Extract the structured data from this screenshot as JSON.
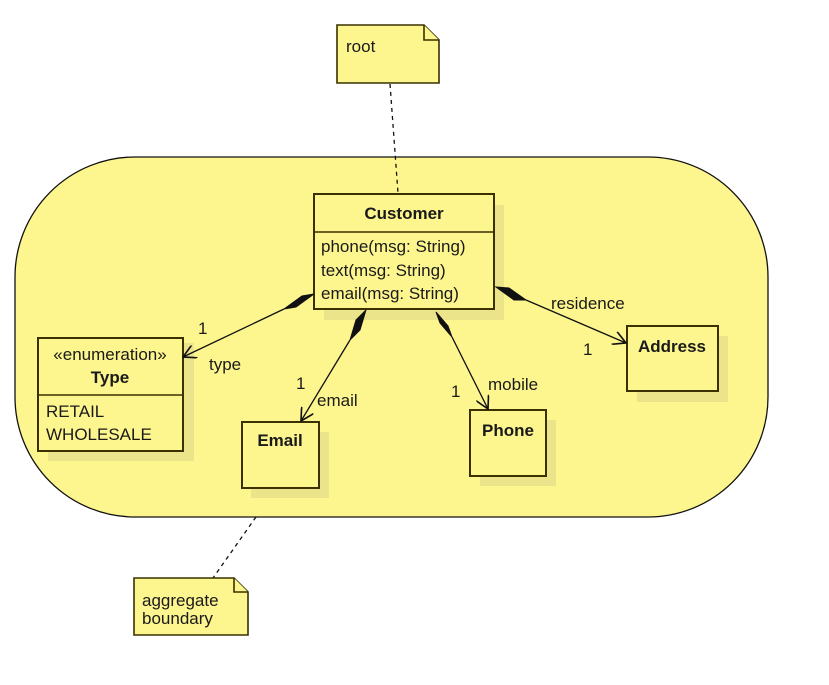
{
  "diagram": {
    "type": "UML class diagram",
    "boundary_note": "aggregate boundary",
    "notes": [
      {
        "id": "root",
        "text": "root"
      },
      {
        "id": "aggregate",
        "lines": [
          "aggregate",
          "boundary"
        ]
      }
    ],
    "classes": {
      "customer": {
        "name": "Customer",
        "operations": [
          "phone(msg: String)",
          "text(msg: String)",
          "email(msg: String)"
        ]
      },
      "type": {
        "stereotype": "«enumeration»",
        "name": "Type",
        "literals": [
          "RETAIL",
          "WHOLESALE"
        ]
      },
      "email": {
        "name": "Email"
      },
      "phone": {
        "name": "Phone"
      },
      "address": {
        "name": "Address"
      }
    },
    "associations": [
      {
        "from": "Customer",
        "to": "Type",
        "kind": "composition",
        "role": "type",
        "multiplicity": "1"
      },
      {
        "from": "Customer",
        "to": "Email",
        "kind": "composition",
        "role": "email",
        "multiplicity": "1"
      },
      {
        "from": "Customer",
        "to": "Phone",
        "kind": "composition",
        "role": "mobile",
        "multiplicity": "1"
      },
      {
        "from": "Customer",
        "to": "Address",
        "kind": "composition",
        "role": "residence",
        "multiplicity": "1"
      }
    ]
  }
}
